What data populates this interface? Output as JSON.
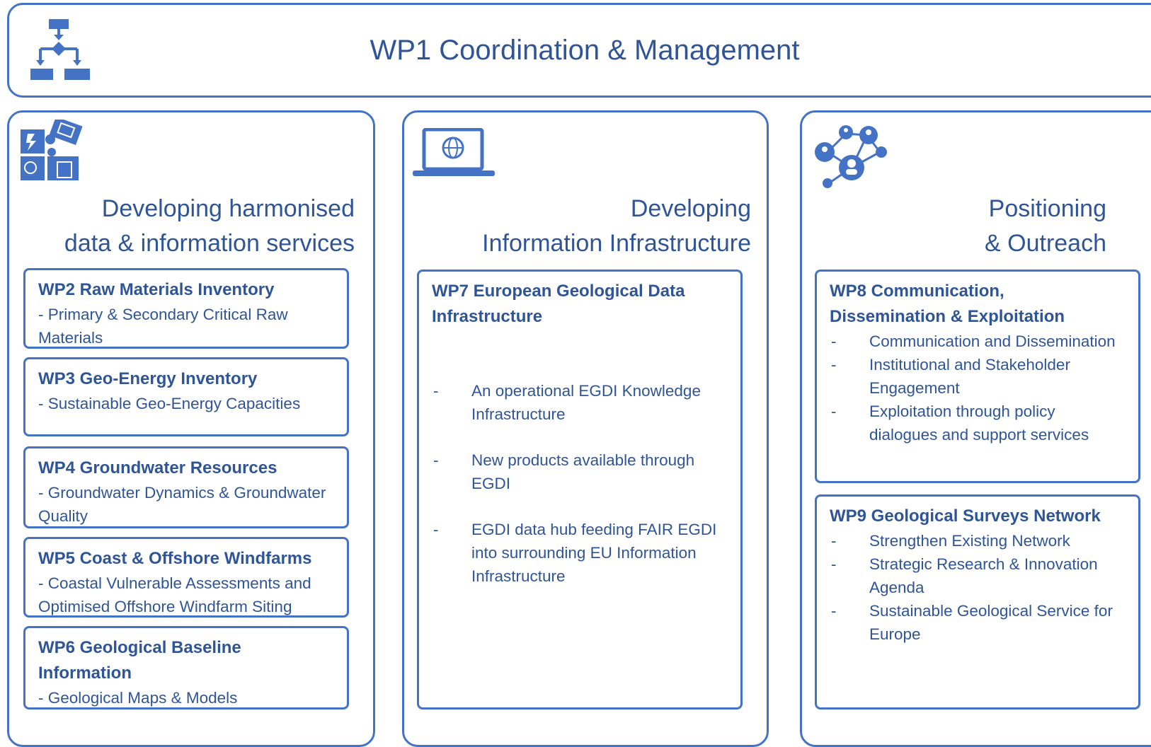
{
  "wp1": {
    "title": "WP1 Coordination & Management"
  },
  "columns": [
    {
      "title_line1": "Developing harmonised",
      "title_line2": "data & information services",
      "packages": [
        {
          "title": "WP2 Raw Materials Inventory",
          "subtitle": "- Primary & Secondary Critical Raw Materials"
        },
        {
          "title": "WP3 Geo-Energy Inventory",
          "subtitle": "- Sustainable Geo-Energy Capacities"
        },
        {
          "title": "WP4 Groundwater Resources",
          "subtitle": "- Groundwater Dynamics & Groundwater Quality"
        },
        {
          "title": "WP5 Coast & Offshore Windfarms",
          "subtitle": "- Coastal Vulnerable Assessments and Optimised Offshore Windfarm Siting"
        },
        {
          "title": "WP6 Geological Baseline Information",
          "subtitle": "- Geological Maps & Models"
        }
      ]
    },
    {
      "title_line1": "Developing",
      "title_line2": "Information Infrastructure",
      "packages": [
        {
          "title": "WP7 European Geological Data Infrastructure",
          "bullets": [
            "An operational EGDI Knowledge Infrastructure",
            "New products available through EGDI",
            "EGDI data hub feeding FAIR EGDI into surrounding EU Information Infrastructure"
          ]
        }
      ]
    },
    {
      "title_line1": "Positioning",
      "title_line2": "& Outreach",
      "packages": [
        {
          "title": "WP8 Communication, Dissemination & Exploitation",
          "bullets": [
            "Communication and Dissemination",
            "Institutional and Stakeholder Engagement",
            "Exploitation through policy dialogues and support services"
          ]
        },
        {
          "title": "WP9 Geological Surveys Network",
          "bullets": [
            "Strengthen Existing Network",
            "Strategic Research & Innovation Agenda",
            "Sustainable Geological Service for Europe"
          ]
        }
      ]
    }
  ]
}
